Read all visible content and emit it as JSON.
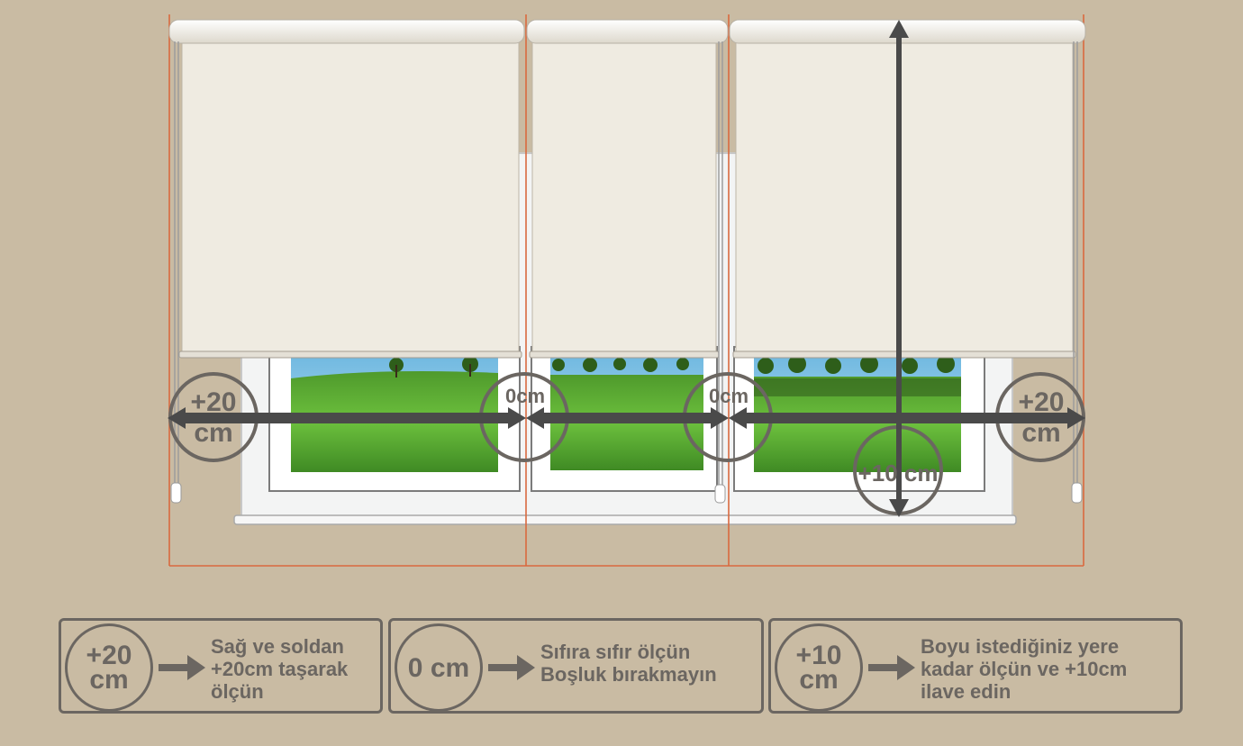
{
  "diagram": {
    "callouts": {
      "left_extend_line1": "+20",
      "left_extend_line2": "cm",
      "right_extend_line1": "+20",
      "right_extend_line2": "cm",
      "gap1": "0cm",
      "gap2": "0cm",
      "height": "+10 cm"
    },
    "colors": {
      "guide_line": "#d9693f",
      "arrow": "#4a4a4a",
      "blind_fabric": "#efebe1",
      "background": "#c9bba3",
      "callout_circle": "#6b6661"
    }
  },
  "legend": [
    {
      "circle_line1": "+20",
      "circle_line2": "cm",
      "text": "Sağ ve soldan\n+20cm taşarak\nölçün"
    },
    {
      "circle_line1": "0 cm",
      "circle_line2": "",
      "text": "Sıfıra sıfır ölçün\nBoşluk bırakmayın"
    },
    {
      "circle_line1": "+10",
      "circle_line2": "cm",
      "text": "Boyu istediğiniz yere\nkadar ölçün ve +10cm\nilave edin"
    }
  ]
}
